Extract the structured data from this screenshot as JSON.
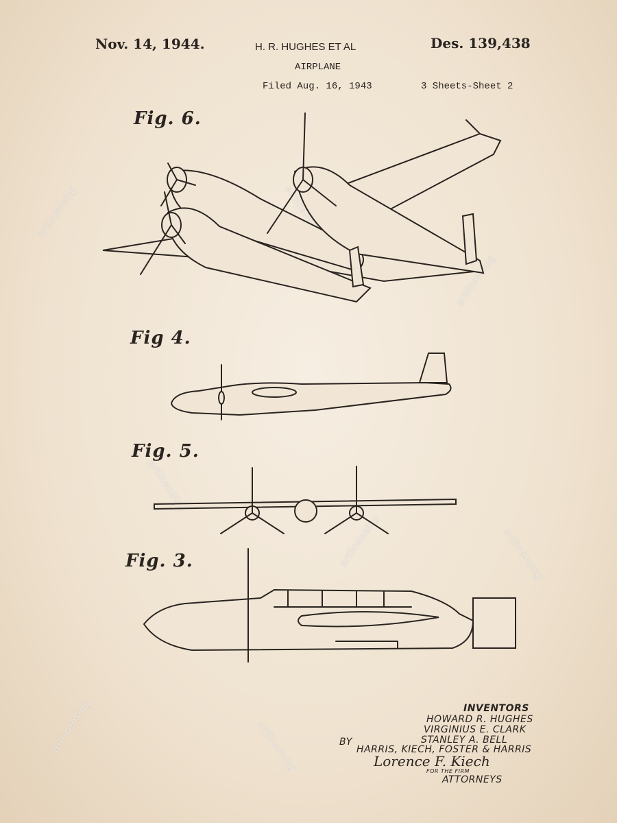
{
  "header": {
    "date": "Nov. 14, 1944.",
    "inventor_line": "H. R. HUGHES ET AL",
    "patent_number": "Des. 139,438",
    "title": "AIRPLANE",
    "filed": "Filed Aug. 16, 1943",
    "sheets": "3 Sheets-Sheet 2"
  },
  "figures": [
    {
      "label": "Fig. 6."
    },
    {
      "label": "Fig 4."
    },
    {
      "label": "Fig. 5."
    },
    {
      "label": "Fig. 3."
    }
  ],
  "inventors": {
    "heading": "INVENTORS",
    "names": [
      "HOWARD R. HUGHES",
      "VIRGINIUS E. CLARK",
      "STANLEY A. BELL"
    ],
    "by": "BY",
    "firm": "HARRIS, KIECH, FOSTER & HARRIS",
    "signature": "Lorence F. Kiech",
    "for_the_firm": "FOR THE FIRM",
    "attorneys": "ATTORNEYS"
  },
  "watermark": "artlicensing"
}
